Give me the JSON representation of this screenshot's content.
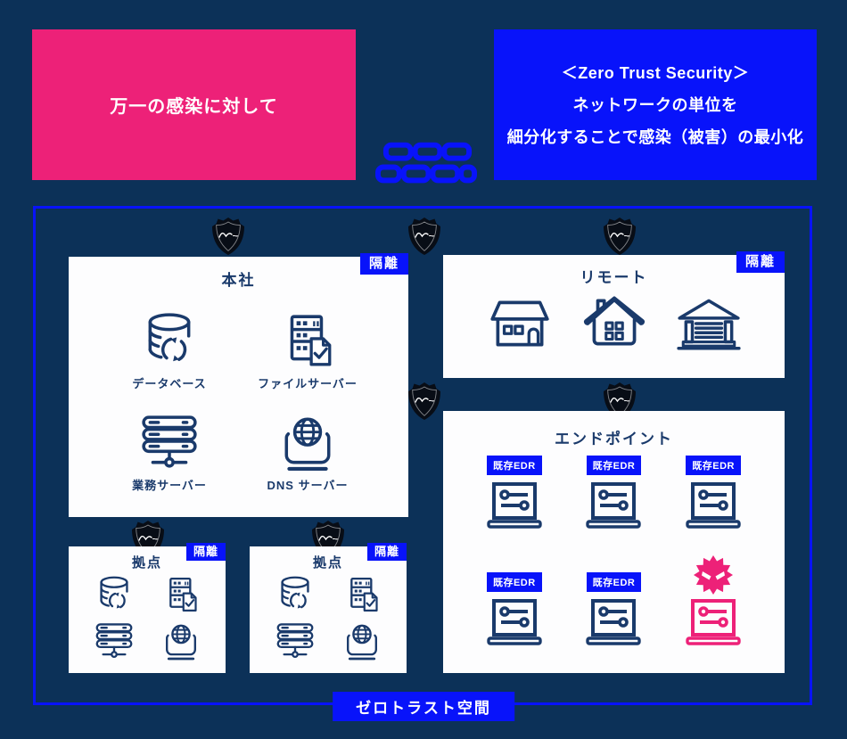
{
  "colors": {
    "background": "#0c3158",
    "pink": "#ed2178",
    "blue": "#0813fa",
    "navy": "#1a3a6b",
    "white": "#ffffff"
  },
  "header": {
    "problem_box": {
      "text": "万一の感染に対して"
    },
    "solution_box": {
      "line1": "＜Zero Trust Security＞",
      "line2": "ネットワークの単位を",
      "line3": "細分化することで感染（被害）の最小化"
    },
    "firewall_icon": "firewall-bricks-icon"
  },
  "zero_trust_area": {
    "space_label": "ゼロトラスト空間",
    "isolation_badge": "隔離",
    "shield_icon": "zero-trust-shield-icon",
    "headquarters": {
      "title": "本社",
      "items": [
        {
          "icon": "database-icon",
          "label": "データベース"
        },
        {
          "icon": "file-server-icon",
          "label": "ファイルサーバー"
        },
        {
          "icon": "app-server-icon",
          "label": "業務サーバー"
        },
        {
          "icon": "dns-server-icon",
          "label": "DNS サーバー"
        }
      ]
    },
    "remote": {
      "title": "リモート",
      "icons": [
        "shop-icon",
        "house-icon",
        "warehouse-icon"
      ]
    },
    "endpoint": {
      "title": "エンドポイント",
      "edr_badge": "既存EDR",
      "infected": {
        "icons": [
          "virus-icon",
          "infected-laptop-icon"
        ]
      }
    },
    "branches": [
      {
        "title": "拠点"
      },
      {
        "title": "拠点"
      }
    ]
  }
}
